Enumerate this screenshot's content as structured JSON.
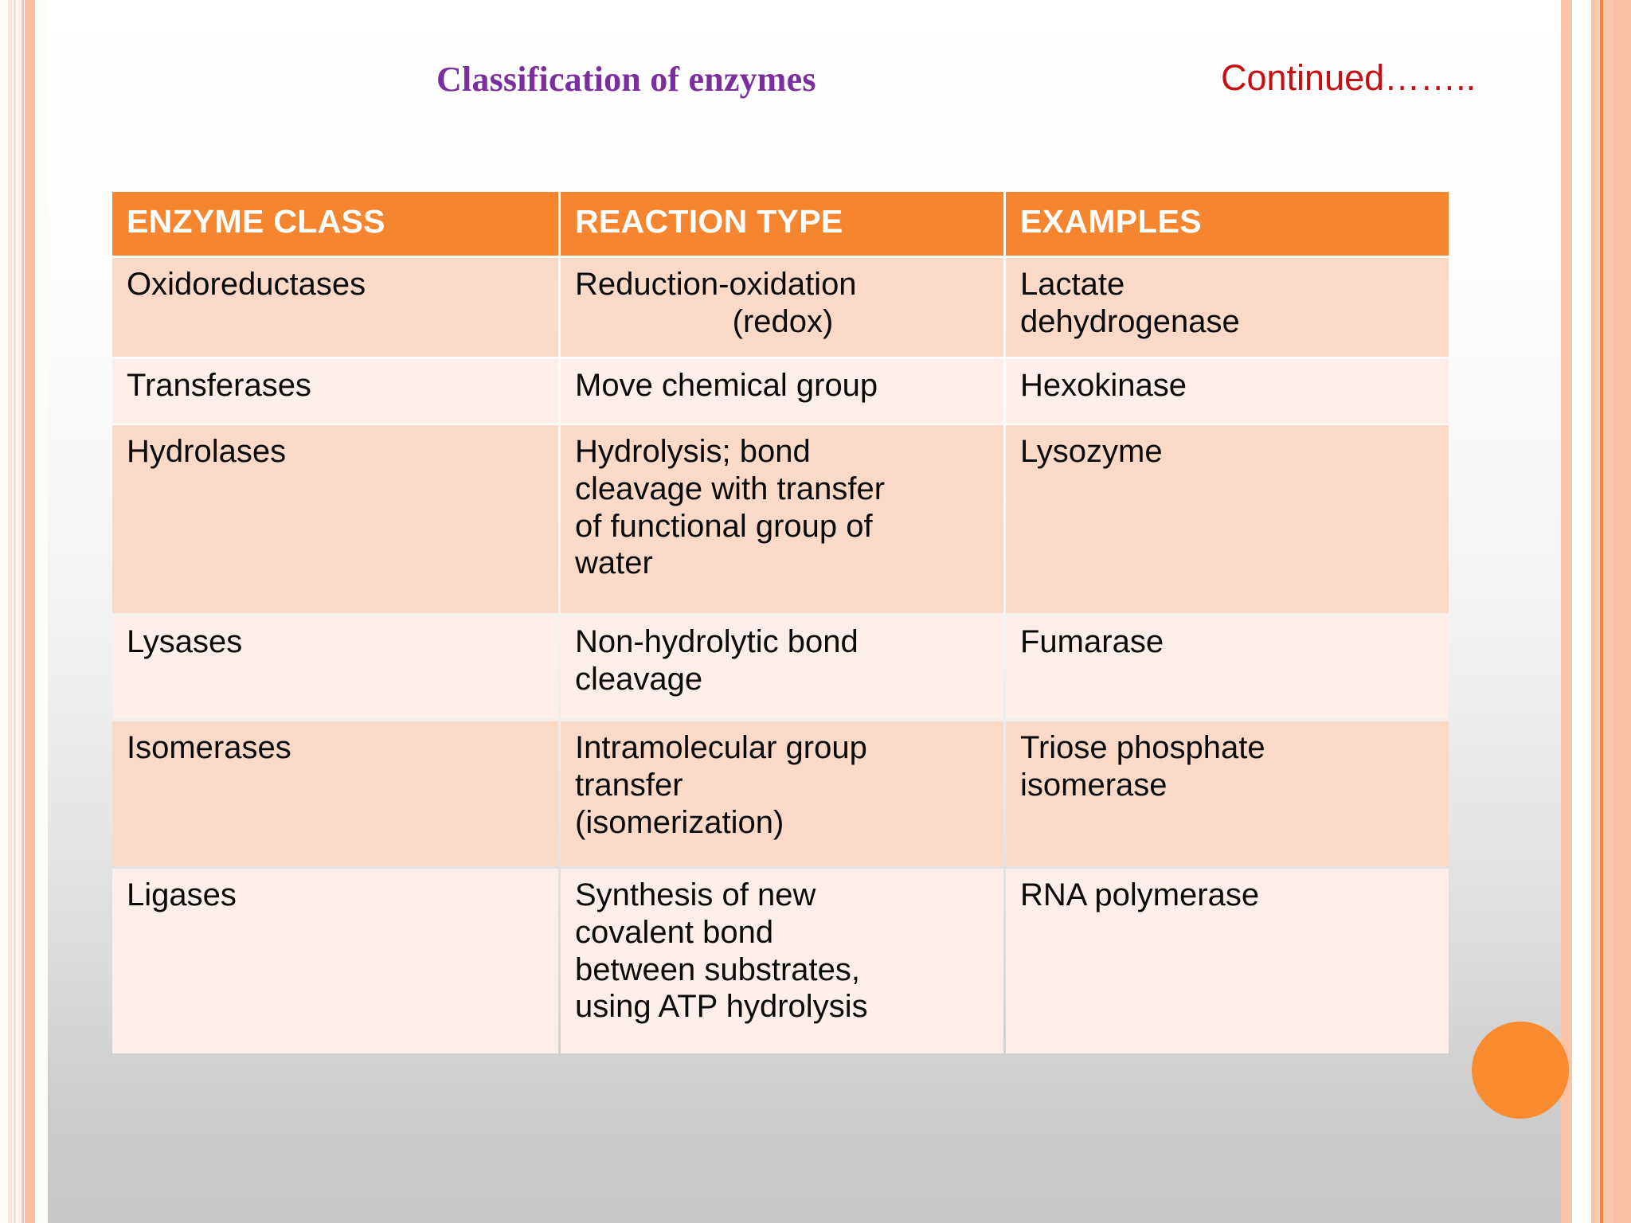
{
  "slide": {
    "title": "Classification of enzymes",
    "continued_label": "Continued……..",
    "title_color": "#7b2f9e",
    "continued_color": "#c60f13",
    "header_bg_color": "#f6852f",
    "row_dark_color": "#fbd9c7",
    "row_light_color": "#fdeee9",
    "accent_circle_color": "#fa8c2f"
  },
  "table": {
    "name": "enzyme-classification-table",
    "headers": [
      "ENZYME CLASS",
      "REACTION TYPE",
      "EXAMPLES"
    ],
    "rows": [
      {
        "enzyme_class": "Oxidoreductases",
        "reaction_type_line1": "Reduction-oxidation",
        "reaction_type_line2": "(redox)",
        "example_line1": "Lactate",
        "example_line2": "dehydrogenase"
      },
      {
        "enzyme_class": "Transferases",
        "reaction_type_line1": "Move chemical group",
        "reaction_type_line2": "",
        "example_line1": "Hexokinase",
        "example_line2": ""
      },
      {
        "enzyme_class": "Hydrolases",
        "reaction_type_line1": "Hydrolysis; bond",
        "reaction_type_line2": "cleavage with transfer",
        "reaction_type_line3": "of functional group of",
        "reaction_type_line4": "water",
        "example_line1": "Lysozyme",
        "example_line2": ""
      },
      {
        "enzyme_class": "Lysases",
        "reaction_type_line1": "Non-hydrolytic bond",
        "reaction_type_line2": "cleavage",
        "example_line1": "Fumarase",
        "example_line2": ""
      },
      {
        "enzyme_class": "Isomerases",
        "reaction_type_line1": "Intramolecular group",
        "reaction_type_line2": "transfer",
        "reaction_type_line3": "(isomerization)",
        "example_line1": "Triose phosphate",
        "example_line2": "isomerase"
      },
      {
        "enzyme_class": "Ligases",
        "reaction_type_line1": "Synthesis of new",
        "reaction_type_line2": "covalent bond",
        "reaction_type_line3": "between substrates,",
        "reaction_type_line4": "using ATP hydrolysis",
        "example_line1": "RNA polymerase",
        "example_line2": ""
      }
    ]
  }
}
